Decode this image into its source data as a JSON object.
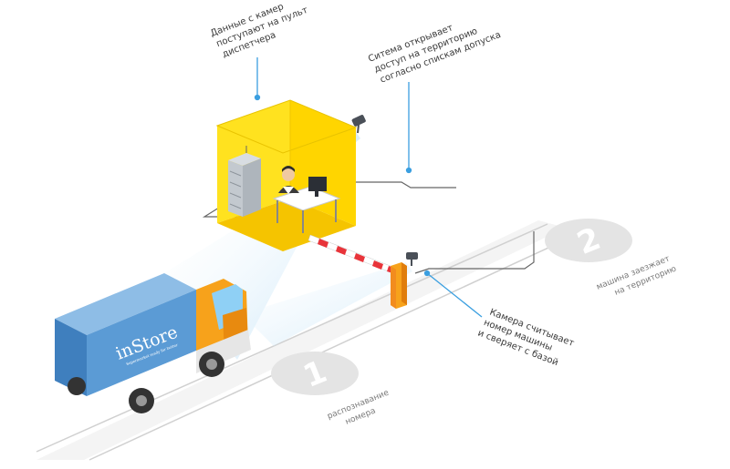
{
  "annotations": {
    "camera_to_console": [
      "Данные с камер",
      "поступают на пульт",
      "диспетчера"
    ],
    "system_access": [
      "Ситема открывает",
      "доступ  на территорию",
      "согласно спискам допуска"
    ],
    "camera_reads": [
      "Камера считывает",
      "номер машины",
      "и сверяет с базой"
    ]
  },
  "steps": [
    {
      "number": "1",
      "caption": [
        "распознавание",
        "номера"
      ]
    },
    {
      "number": "2",
      "caption": [
        "машина заезжает",
        "на территорию"
      ]
    }
  ],
  "truck": {
    "brand": "inStore",
    "tagline": "Supermarket ready for better"
  },
  "colors": {
    "booth": "#ffe21f",
    "booth_side": "#f5c400",
    "truck_cargo": "#5b9bd5",
    "truck_cab": "#f7a21b",
    "barrier_post": "#f28c1e",
    "barrier_stripe": "#e8343a",
    "beam": "#bfe1f7",
    "pointer": "#3b9fe0"
  }
}
